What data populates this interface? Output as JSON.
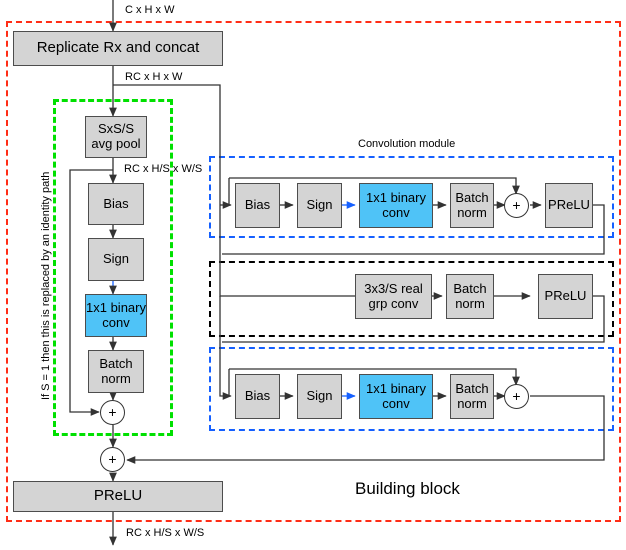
{
  "diagram": {
    "title": "Binary building block diagram",
    "outer_label": "Building block",
    "module_label": "Convolution module",
    "identity_note": "If S = 1 then this is replaced by an identity path",
    "colors": {
      "outer_boundary": "#ff2d16",
      "identity_boundary": "#00e000",
      "binary_module_boundary": "#1560ff",
      "real_module_boundary": "#000000",
      "binary_node_fill": "#4fc3f7",
      "node_fill": "#d4d4d4",
      "node_stroke": "#4d4d4d",
      "binary_arrow": "#1560ff"
    }
  },
  "tensor_labels": {
    "input": "C x H x W",
    "after_replicate": "RC x H x W",
    "after_pool": "RC x H/S x W/S",
    "output": "RC x H/S x W/S"
  },
  "nodes": {
    "replicate": "Replicate Rx and concat",
    "avg_pool": "SxS/S\navg pool",
    "left_bias": "Bias",
    "left_sign": "Sign",
    "left_binconv": "1x1 binary\nconv",
    "left_batchnorm": "Batch\nnorm",
    "final_prelu": "PReLU",
    "adder": "+"
  },
  "modules": [
    {
      "id": "binary-module-top",
      "kind": "binary",
      "boundary_color": "#1560ff",
      "caption": "Convolution module",
      "nodes": [
        "Bias",
        "Sign",
        "1x1 binary\nconv",
        "Batch\nnorm",
        "+",
        "PReLU"
      ]
    },
    {
      "id": "real-module-middle",
      "kind": "real",
      "boundary_color": "#000000",
      "caption": "",
      "nodes": [
        "3x3/S real\ngrp conv",
        "Batch\nnorm",
        "PReLU"
      ]
    },
    {
      "id": "binary-module-bottom",
      "kind": "binary",
      "boundary_color": "#1560ff",
      "caption": "",
      "nodes": [
        "Bias",
        "Sign",
        "1x1 binary\nconv",
        "Batch\nnorm",
        "+"
      ]
    }
  ],
  "module_nodes": {
    "top": {
      "bias": "Bias",
      "sign": "Sign",
      "binconv": "1x1 binary\nconv",
      "batchnorm": "Batch\nnorm",
      "adder": "+",
      "prelu": "PReLU"
    },
    "middle": {
      "grpconv": "3x3/S real\ngrp conv",
      "batchnorm": "Batch\nnorm",
      "prelu": "PReLU"
    },
    "bottom": {
      "bias": "Bias",
      "sign": "Sign",
      "binconv": "1x1 binary\nconv",
      "batchnorm": "Batch\nnorm",
      "adder": "+"
    }
  }
}
